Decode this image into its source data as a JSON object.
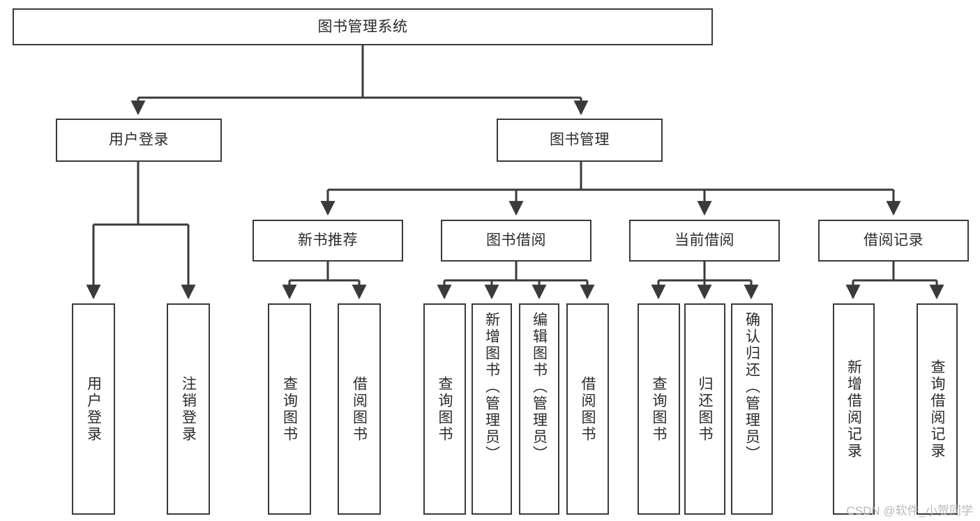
{
  "diagram": {
    "title": "图书管理系统",
    "type": "hierarchy-tree",
    "watermark": "CSDN @软件_小贺同学",
    "colors": {
      "box_stroke": "#3a3a3a",
      "box_fill": "#ffffff",
      "edge": "#3a3a3a",
      "text": "#2b2b2b",
      "watermark": "#b9b9b9",
      "background": "#ffffff"
    },
    "levels": {
      "root": {
        "label": "图书管理系统"
      },
      "modules": [
        {
          "label": "用户登录"
        },
        {
          "label": "图书管理"
        }
      ],
      "submodules": [
        {
          "label": "新书推荐"
        },
        {
          "label": "图书借阅"
        },
        {
          "label": "当前借阅"
        },
        {
          "label": "借阅记录"
        }
      ],
      "leaves": [
        {
          "label": "用户登录",
          "parent": "用户登录"
        },
        {
          "label": "注销登录",
          "parent": "用户登录"
        },
        {
          "label": "查询图书",
          "parent": "新书推荐"
        },
        {
          "label": "借阅图书",
          "parent": "新书推荐"
        },
        {
          "label": "查询图书",
          "parent": "图书借阅"
        },
        {
          "label": "新增图书（管理员）",
          "parent": "图书借阅"
        },
        {
          "label": "编辑图书（管理员）",
          "parent": "图书借阅"
        },
        {
          "label": "借阅图书",
          "parent": "图书借阅"
        },
        {
          "label": "查询图书",
          "parent": "当前借阅"
        },
        {
          "label": "归还图书",
          "parent": "当前借阅"
        },
        {
          "label": "确认归还（管理员）",
          "parent": "当前借阅"
        },
        {
          "label": "新增借阅记录",
          "parent": "借阅记录"
        },
        {
          "label": "查询借阅记录",
          "parent": "借阅记录"
        }
      ]
    }
  }
}
